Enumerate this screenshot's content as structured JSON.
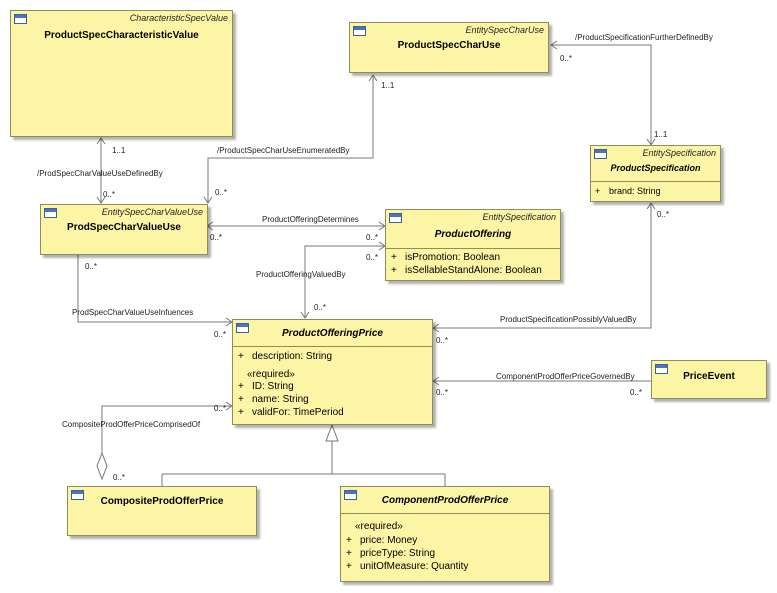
{
  "classes": {
    "characteristic_value": {
      "stereotype": "CharacteristicSpecValue",
      "name": "ProductSpecCharacteristicValue"
    },
    "spec_char_use": {
      "stereotype": "EntitySpecCharUse",
      "name": "ProductSpecCharUse"
    },
    "product_specification": {
      "stereotype": "EntitySpecification",
      "name": "ProductSpecification",
      "attributes": [
        {
          "vis": "+",
          "text": "brand: String"
        }
      ]
    },
    "char_value_use": {
      "stereotype": "EntitySpecCharValueUse",
      "name": "ProdSpecCharValueUse"
    },
    "product_offering": {
      "stereotype": "EntitySpecification",
      "name": "ProductOffering",
      "attributes": [
        {
          "vis": "+",
          "text": "isPromotion: Boolean"
        },
        {
          "vis": "+",
          "text": "isSellableStandAlone: Boolean"
        }
      ]
    },
    "offering_price": {
      "name": "ProductOfferingPrice",
      "attr_first": {
        "vis": "+",
        "text": "description: String"
      },
      "required": "«required»",
      "attributes": [
        {
          "vis": "+",
          "text": "ID: String"
        },
        {
          "vis": "+",
          "text": "name: String"
        },
        {
          "vis": "+",
          "text": "validFor: TimePeriod"
        }
      ]
    },
    "price_event": {
      "name": "PriceEvent"
    },
    "composite_price": {
      "name": "CompositeProdOfferPrice"
    },
    "component_price": {
      "name": "ComponentProdOfferPrice",
      "required": "«required»",
      "attributes": [
        {
          "vis": "+",
          "text": "price: Money"
        },
        {
          "vis": "+",
          "text": "priceType: String"
        },
        {
          "vis": "+",
          "text": "unitOfMeasure: Quantity"
        }
      ]
    }
  },
  "associations": {
    "further_defined_by": "/ProductSpecificationFurtherDefinedBy",
    "value_use_defined_by": "/ProdSpecCharValueUseDefinedBy",
    "char_use_enumerated_by": "/ProductSpecCharUseEnumeratedBy",
    "offering_determines": "ProductOfferingDetermines",
    "offering_valued_by": "ProductOfferingValuedBy",
    "value_use_influences": "ProdSpecCharValueUseInfuences",
    "possibly_valued_by": "ProductSpecificationPossiblyValuedBy",
    "price_governed_by": "ComponentProdOfferPriceGovernedBy",
    "price_comprised_of": "CompositeProdOfferPriceComprisedOf"
  },
  "multiplicities": {
    "m_charuse_further": "0..*",
    "m_spec_top": "1..1",
    "m_charvalue_bottom": "1..1",
    "m_valueuse_defined": "0..*",
    "m_charuse_enum": "1..1",
    "m_valueuse_enum": "0..*",
    "m_valueuse_determines": "0..*",
    "m_offering_determines_top": "0..*",
    "m_offering_determines_bot": "0..*",
    "m_valueuse_influences": "0..*",
    "m_price_influences": "0..*",
    "m_price_valued": "0..*",
    "m_spec_possibly": "0..*",
    "m_price_possibly": "0..*",
    "m_price_governed": "0..*",
    "m_event_governed": "0..*",
    "m_price_comprised": "0..*",
    "m_composite_comprised": "0..*"
  }
}
